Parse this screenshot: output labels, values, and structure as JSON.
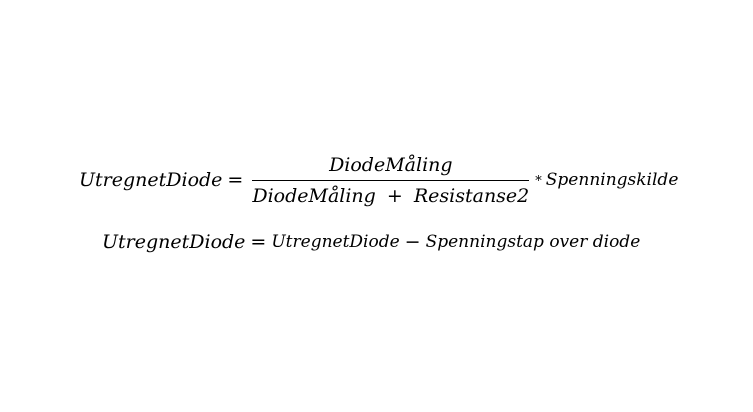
{
  "equation1": {
    "lhs": "UtregnetDiode",
    "equals": "=",
    "numerator": "DiodeMåling",
    "denominator_left": "DiodeMåling",
    "plus": "+",
    "denominator_right": "Resistanse2",
    "times": "*",
    "factor": "Spenningskilde"
  },
  "equation2": {
    "lhs": "UtregnetDiode",
    "equals": "=",
    "term1": "UtregnetDiode",
    "minus": "−",
    "term2": "Spenningstap over diode"
  }
}
